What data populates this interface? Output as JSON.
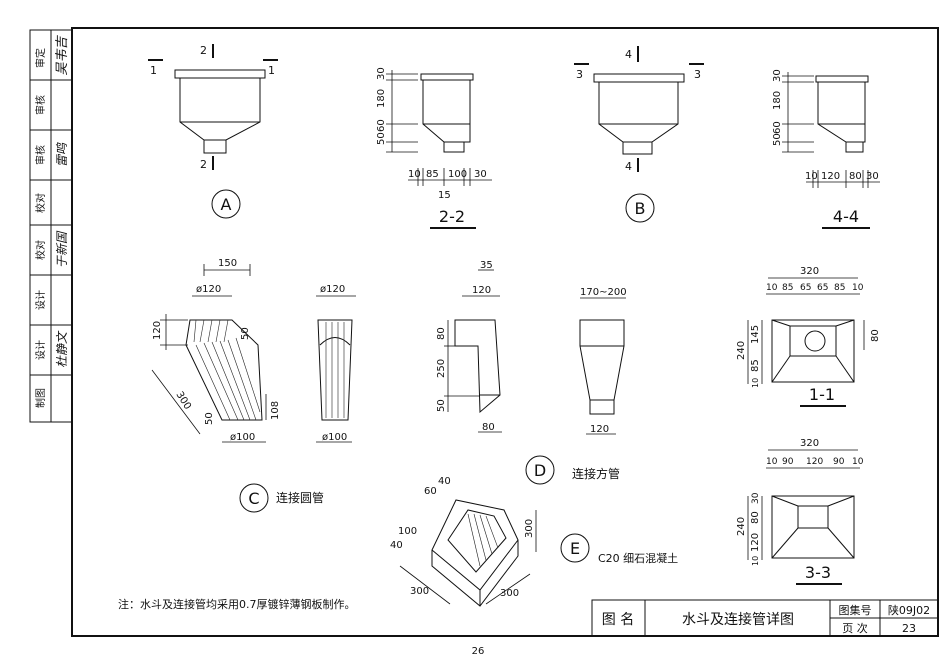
{
  "sidebar": {
    "rows": [
      {
        "role": "审定",
        "name": "吴韦吉",
        "sig": "吴韦吉"
      },
      {
        "role": "审核",
        "name": "",
        "sig": ""
      },
      {
        "role": "审核",
        "name": "雷鸣",
        "sig": "雷鸣"
      },
      {
        "role": "校对",
        "name": "",
        "sig": ""
      },
      {
        "role": "校对",
        "name": "于新国",
        "sig": "于新国"
      },
      {
        "role": "设计",
        "name": "",
        "sig": ""
      },
      {
        "role": "设计",
        "name": "杜静文",
        "sig": "杜静文"
      },
      {
        "role": "制图",
        "name": "",
        "sig": ""
      }
    ]
  },
  "detail_A": {
    "marker": "A",
    "cut_1": "1",
    "cut_2": "2"
  },
  "section_2_2": {
    "title": "2-2",
    "dims_v": [
      "30",
      "180",
      "50",
      "60"
    ],
    "dims_h": [
      "10",
      "85",
      "100",
      "30"
    ],
    "dim_below": "15"
  },
  "detail_B": {
    "marker": "B",
    "cut_3": "3",
    "cut_4": "4"
  },
  "section_4_4": {
    "title": "4-4",
    "dims_v": [
      "30",
      "180",
      "50",
      "60"
    ],
    "dims_h": [
      "10",
      "120",
      "80",
      "30"
    ]
  },
  "detail_C": {
    "marker": "C",
    "caption": "连接圆管",
    "dims": {
      "top_w": "150",
      "top_d": "ø120",
      "left_h": "120",
      "diag": "300",
      "d50a": "50",
      "d50b": "50",
      "h108": "108",
      "bot_d": "ø100",
      "side_top": "ø120",
      "side_bot": "ø100"
    }
  },
  "detail_D": {
    "marker": "D",
    "caption": "连接方管",
    "dims": {
      "top_35": "35",
      "top_120": "120",
      "v80": "80",
      "v250": "250",
      "v50": "50",
      "bot_80": "80",
      "r_top": "170~200",
      "r_bot": "120"
    }
  },
  "section_1_1": {
    "title": "1-1",
    "top": "320",
    "dims_h": [
      "10",
      "85",
      "65",
      "65",
      "85",
      "10"
    ],
    "dims_v": [
      "240",
      "145",
      "85",
      "10"
    ],
    "right": "80"
  },
  "section_3_3": {
    "title": "3-3",
    "top": "320",
    "dims_h": [
      "10",
      "90",
      "120",
      "90",
      "10"
    ],
    "dims_v": [
      "240",
      "30",
      "80",
      "120",
      "10"
    ]
  },
  "detail_E": {
    "marker": "E",
    "caption": "C20 细石混凝土",
    "dims": {
      "d60": "60",
      "d40a": "40",
      "d100": "100",
      "d40b": "40",
      "d300a": "300",
      "d300b": "300",
      "d300c": "300"
    }
  },
  "note": "注：水斗及连接管均采用0.7厚镀锌薄钢板制作。",
  "title_block": {
    "label_name": "图 名",
    "drawing_name": "水斗及连接管详图",
    "label_atlas": "图集号",
    "atlas_no": "陕09J02",
    "label_page": "页 次",
    "page_no": "23"
  },
  "page_number": "26"
}
